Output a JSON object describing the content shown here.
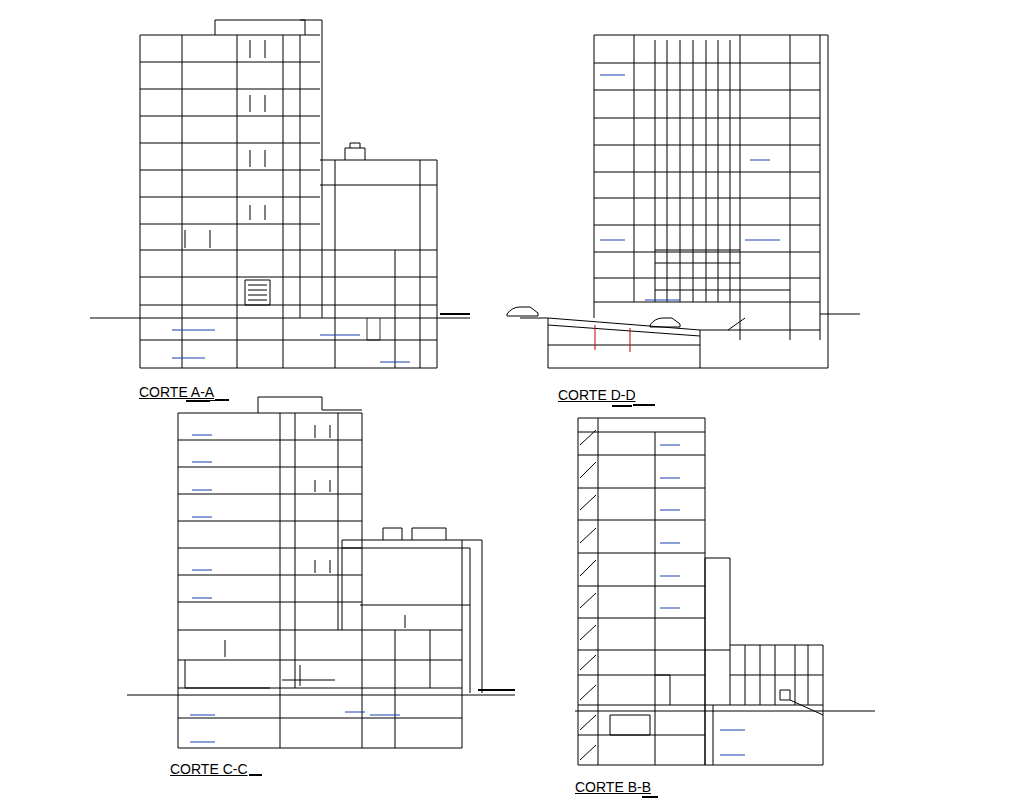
{
  "diagram": {
    "labels": [
      "CORTE A-A",
      "CORTE D-D",
      "CORTE C-C",
      "CORTE B-B"
    ]
  }
}
